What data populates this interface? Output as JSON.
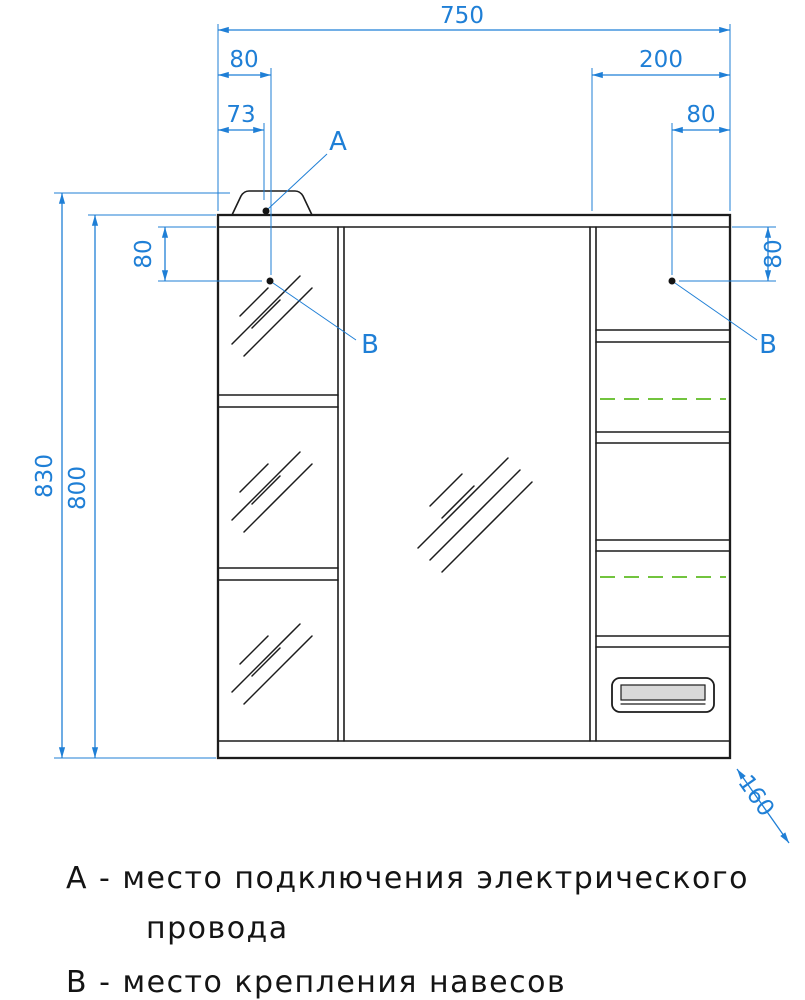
{
  "colors": {
    "drawing_line": "#1c1c1c",
    "dimension_blue": "#1f7fd6",
    "glass_shelf_green": "#72c43e",
    "handle_fill": "#d9d9d9",
    "background": "#ffffff"
  },
  "dims": {
    "width_total": "750",
    "top_left_80": "80",
    "top_left_73": "73",
    "top_right_200": "200",
    "top_right_80": "80",
    "height_total": "830",
    "height_body": "800",
    "side_left_80": "80",
    "side_right_80": "80",
    "depth_160": "160"
  },
  "points": {
    "a": "A",
    "b_left": "B",
    "b_right": "B"
  },
  "legend": {
    "line1": "А - место подключения электрического",
    "line2": "провода",
    "line3": "В - место крепления навесов"
  }
}
